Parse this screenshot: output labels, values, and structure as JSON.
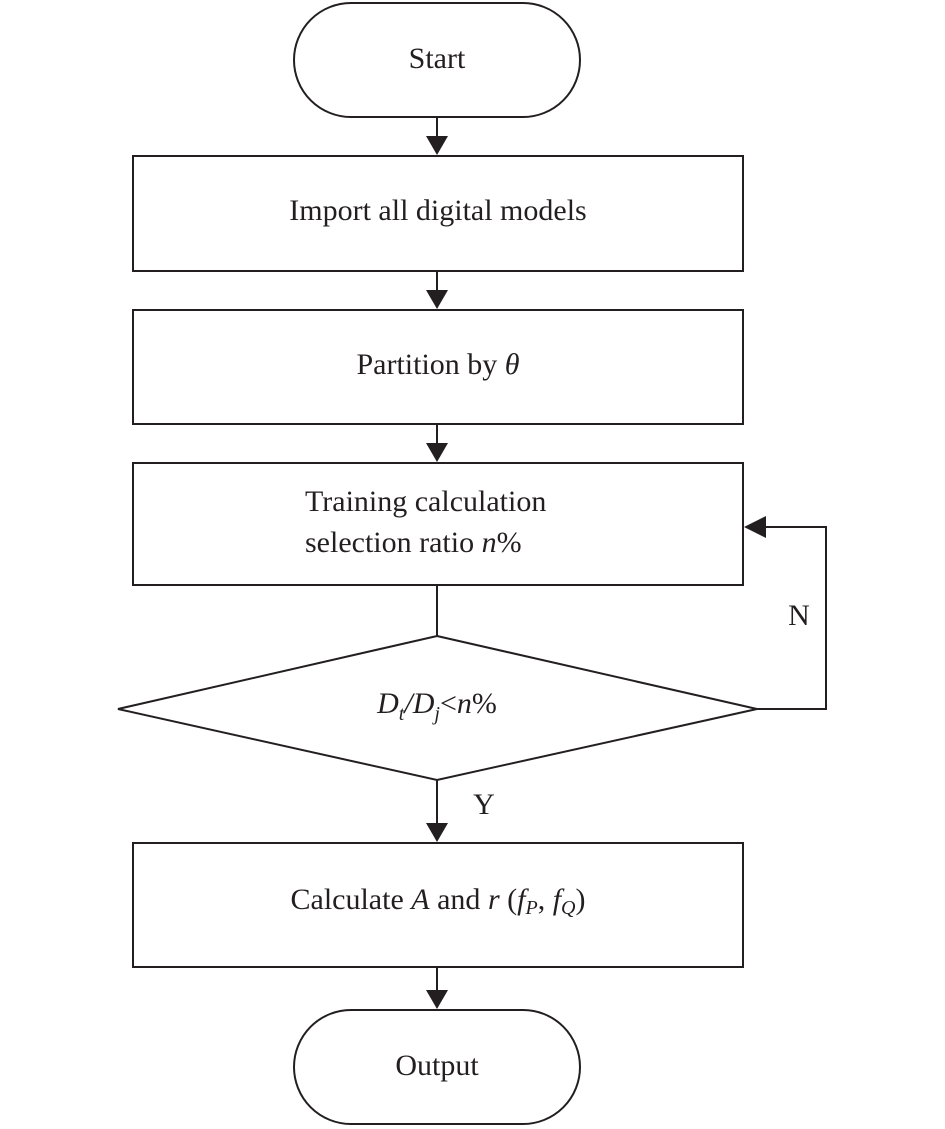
{
  "diagram": {
    "nodes": {
      "start": {
        "label": "Start"
      },
      "import": {
        "label": "Import all digital models"
      },
      "partition": {
        "label_prefix": "Partition by ",
        "symbol": "θ"
      },
      "training": {
        "line1": "Training calculation",
        "line2_prefix": "selection ratio ",
        "var_n": "n",
        "percent": "%"
      },
      "decision": {
        "d1": "D",
        "d1_sub": "t",
        "slash": "/",
        "d2": "D",
        "d2_sub": "j",
        "lt": "<",
        "var_n": "n",
        "percent": "%"
      },
      "calculate": {
        "prefix": "Calculate ",
        "var_a": "A",
        "and": " and ",
        "var_r": "r",
        "open": " (",
        "f1": "f",
        "f1_sub": "P",
        "comma": ", ",
        "f2": "f",
        "f2_sub": "Q",
        "close": ")"
      },
      "output": {
        "label": "Output"
      }
    },
    "edge_labels": {
      "no": "N",
      "yes": "Y"
    },
    "colors": {
      "stroke": "#231f20",
      "fill": "#ffffff"
    }
  }
}
